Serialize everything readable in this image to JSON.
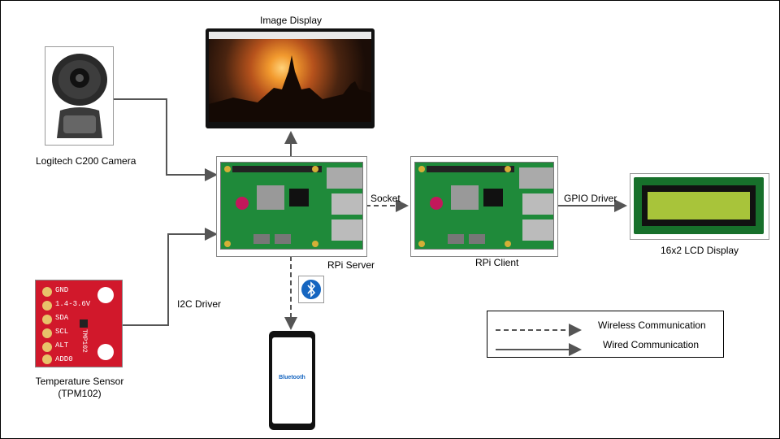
{
  "labels": {
    "camera": "Logitech C200 Camera",
    "image_display": "Image Display",
    "rpi_server": "RPi Server",
    "rpi_client": "RPi Client",
    "lcd": "16x2 LCD Display",
    "sensor_line1": "Temperature Sensor",
    "sensor_line2": "(TPM102)",
    "socket": "Socket",
    "gpio_driver": "GPIO Driver",
    "i2c_driver": "I2C Driver",
    "phone_brand": "Bluetooth"
  },
  "sensor_pins": [
    "GND",
    "1.4-3.6V",
    "SDA",
    "SCL",
    "ALT",
    "ADD0"
  ],
  "sensor_chip": "TMP102",
  "legend": {
    "wireless": "Wireless Communication",
    "wired": "Wired Communication"
  },
  "colors": {
    "line": "#555555",
    "pcb": "#1f8a3a",
    "sensor_board": "#d1182b",
    "lcd_glass": "#a8c43a",
    "bluetooth": "#1565c0"
  }
}
